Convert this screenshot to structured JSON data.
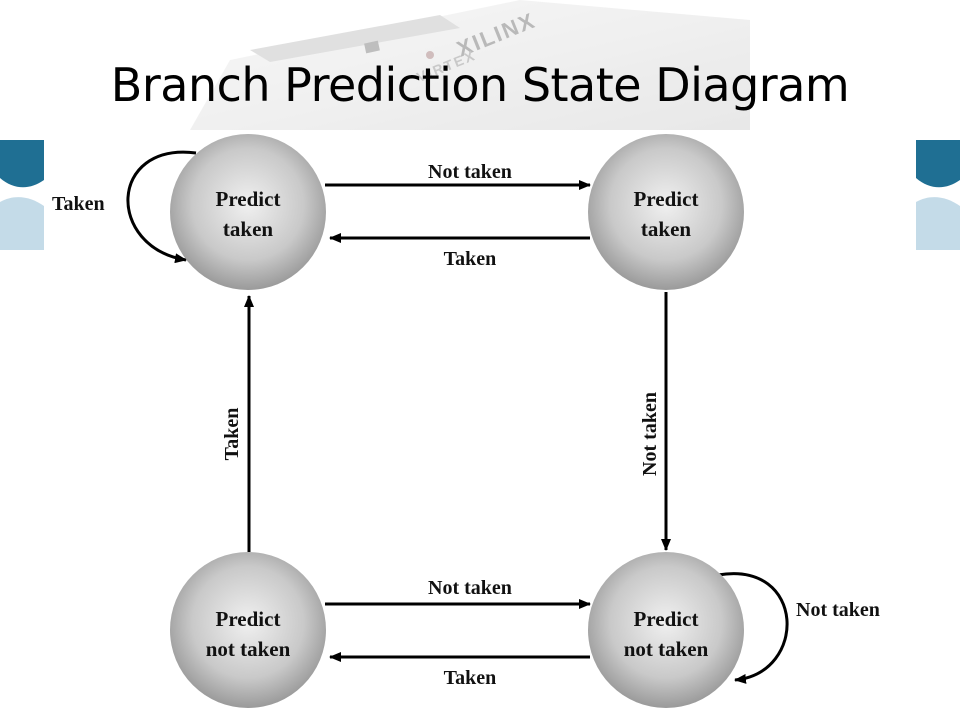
{
  "slide": {
    "title": "Branch Prediction State Diagram",
    "watermark": [
      "XILINX",
      "VIRTEX"
    ]
  },
  "diagram": {
    "states": [
      {
        "id": "s1",
        "lines": [
          "Predict",
          "taken"
        ]
      },
      {
        "id": "s2",
        "lines": [
          "Predict",
          "taken"
        ]
      },
      {
        "id": "s3",
        "lines": [
          "Predict",
          "not taken"
        ]
      },
      {
        "id": "s4",
        "lines": [
          "Predict",
          "not taken"
        ]
      }
    ],
    "transitions": [
      {
        "from": "s1",
        "to": "s1",
        "label": "Taken"
      },
      {
        "from": "s1",
        "to": "s2",
        "label": "Not taken"
      },
      {
        "from": "s2",
        "to": "s1",
        "label": "Taken"
      },
      {
        "from": "s2",
        "to": "s4",
        "label": "Not taken"
      },
      {
        "from": "s3",
        "to": "s1",
        "label": "Taken"
      },
      {
        "from": "s3",
        "to": "s4",
        "label": "Not taken"
      },
      {
        "from": "s4",
        "to": "s3",
        "label": "Taken"
      },
      {
        "from": "s4",
        "to": "s4",
        "label": "Not taken"
      }
    ]
  },
  "colors": {
    "state_fill_light": "#f0f0f0",
    "state_fill_dark": "#9a9a9a",
    "arrow": "#000000",
    "band_blue": "#1f6f93"
  }
}
